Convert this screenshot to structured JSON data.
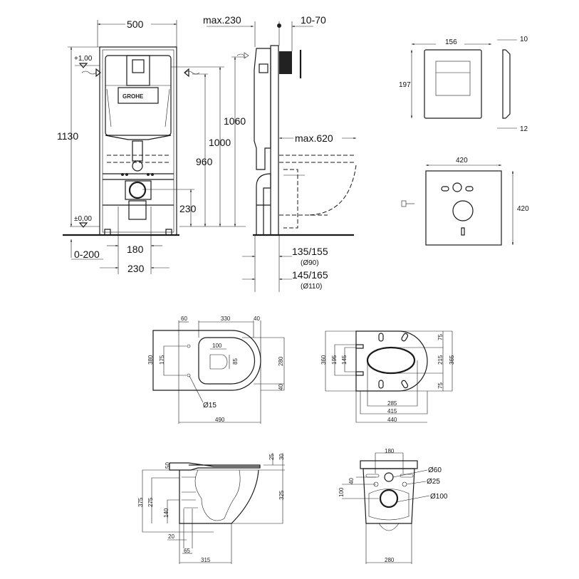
{
  "brand_logo": "GROHE",
  "frame_front": {
    "width": "500",
    "height": "1130",
    "level_top": "+1,00",
    "level_floor": "±0,00",
    "h960": "960",
    "h1000": "1000",
    "h1060": "1060",
    "h230": "230",
    "w180": "180",
    "range_0_200": "0-200",
    "w230": "230"
  },
  "frame_side": {
    "max230": "max.230",
    "range_10_70": "10-70",
    "max620": "max.620",
    "d135_155": "135/155",
    "d90": "(Ø90)",
    "d145_165": "145/165",
    "d110": "(Ø110)"
  },
  "flush_plate": {
    "width": "156",
    "height": "197",
    "depth": "10",
    "depth2": "12"
  },
  "sound_pad": {
    "width": "420",
    "height": "420"
  },
  "toilet_top": {
    "d60": "60",
    "d330": "330",
    "d40a": "40",
    "d380": "380",
    "d175": "175",
    "d100": "100",
    "d85": "85",
    "d280": "280",
    "d40b": "40",
    "hole": "Ø15",
    "d490": "490"
  },
  "seat_top": {
    "d360": "360",
    "d195": "195",
    "d145": "145",
    "d75a": "75",
    "d215": "215",
    "d365": "365",
    "d75b": "75",
    "d285": "285",
    "d415": "415",
    "d440": "440"
  },
  "toilet_side": {
    "d50": "50",
    "d25": "25",
    "d30": "30",
    "d375": "375",
    "d275": "275",
    "d140": "140",
    "d325": "325",
    "d20": "20",
    "d65": "65",
    "d315": "315"
  },
  "toilet_rear": {
    "d180": "180",
    "o60": "Ø60",
    "o25": "Ø25",
    "o100": "Ø100",
    "d40": "40",
    "d100": "100",
    "d280": "280"
  }
}
